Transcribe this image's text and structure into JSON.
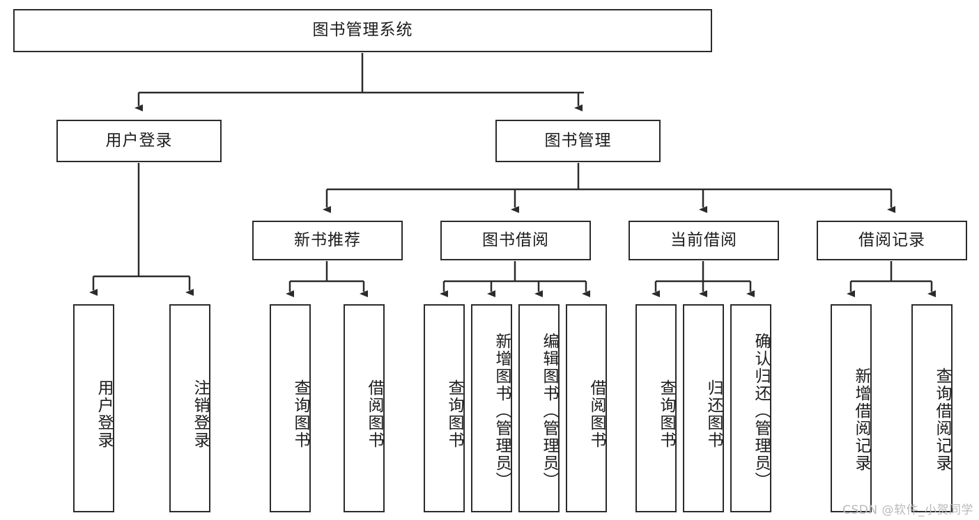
{
  "diagram": {
    "title": "图书管理系统",
    "watermark": "CSDN @软件_小贺同学",
    "type": "tree",
    "colors": {
      "border": "#2b2b2b",
      "background": "#ffffff",
      "text": "#1b1b1b",
      "watermark": "#b9b9b9"
    },
    "levels": {
      "root": {
        "label": "图书管理系统"
      },
      "level2": [
        {
          "id": "user-login",
          "label": "用户登录"
        },
        {
          "id": "book-management",
          "label": "图书管理"
        }
      ],
      "level3": [
        {
          "id": "new-book-recommend",
          "label": "新书推荐",
          "parent": "book-management"
        },
        {
          "id": "book-borrow",
          "label": "图书借阅",
          "parent": "book-management"
        },
        {
          "id": "current-borrow",
          "label": "当前借阅",
          "parent": "book-management"
        },
        {
          "id": "borrow-record",
          "label": "借阅记录",
          "parent": "book-management"
        }
      ],
      "leaves": [
        {
          "id": "leaf-user-login",
          "label": "用户登录",
          "parent": "user-login"
        },
        {
          "id": "leaf-logout-login",
          "label": "注销登录",
          "parent": "user-login"
        },
        {
          "id": "leaf-query-book-1",
          "label": "查询图书",
          "parent": "new-book-recommend"
        },
        {
          "id": "leaf-borrow-book-1",
          "label": "借阅图书",
          "parent": "new-book-recommend"
        },
        {
          "id": "leaf-query-book-2",
          "label": "查询图书",
          "parent": "book-borrow"
        },
        {
          "id": "leaf-add-book",
          "label": "新增图书（管理员）",
          "parent": "book-borrow"
        },
        {
          "id": "leaf-edit-book",
          "label": "编辑图书（管理员）",
          "parent": "book-borrow"
        },
        {
          "id": "leaf-borrow-book-2",
          "label": "借阅图书",
          "parent": "book-borrow"
        },
        {
          "id": "leaf-query-book-3",
          "label": "查询图书",
          "parent": "current-borrow"
        },
        {
          "id": "leaf-return-book",
          "label": "归还图书",
          "parent": "current-borrow"
        },
        {
          "id": "leaf-confirm-return",
          "label": "确认归还（管理员）",
          "parent": "current-borrow"
        },
        {
          "id": "leaf-add-record",
          "label": "新增借阅记录",
          "parent": "borrow-record"
        },
        {
          "id": "leaf-query-record",
          "label": "查询借阅记录",
          "parent": "borrow-record"
        }
      ]
    }
  }
}
